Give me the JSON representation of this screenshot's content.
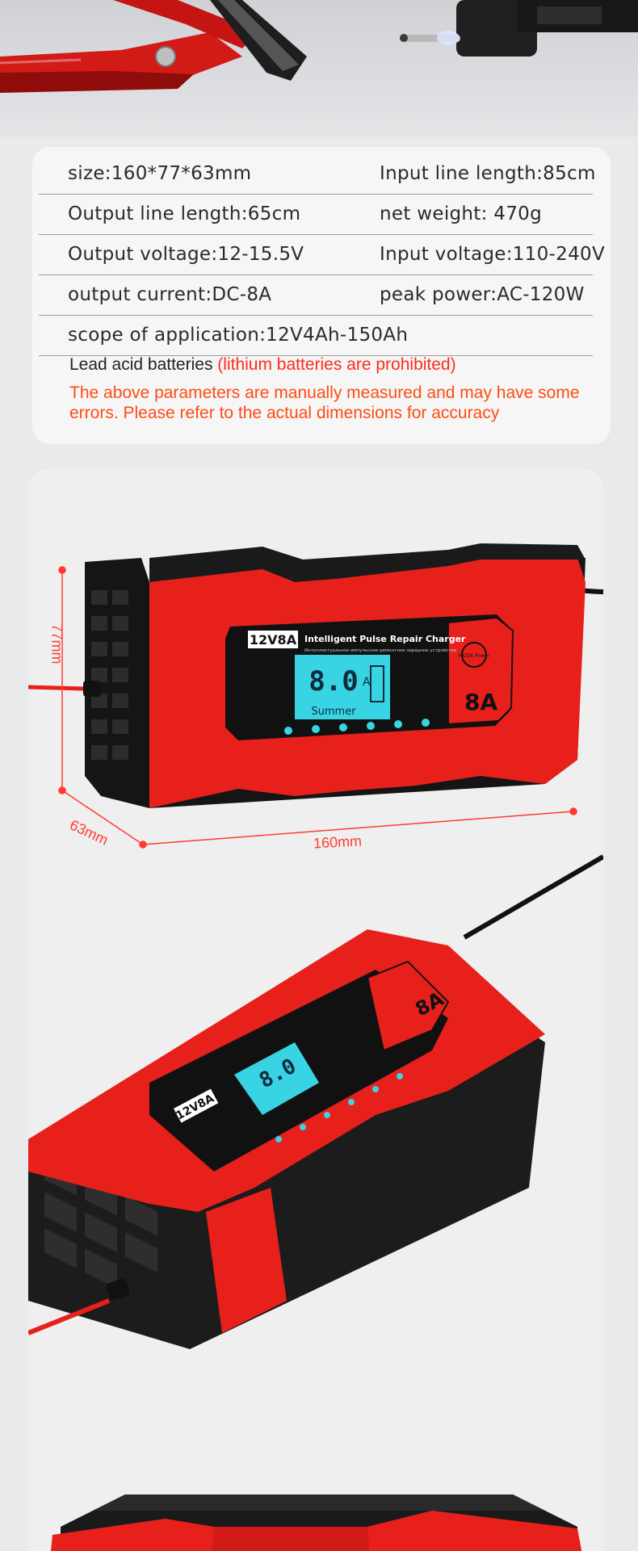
{
  "specs": {
    "rows": [
      {
        "left": "size:160*77*63mm",
        "right": "Input line length:85cm"
      },
      {
        "left": "Output line length:65cm",
        "right": "net weight:  470g"
      },
      {
        "left": "Output voltage:12-15.5V",
        "right": "Input voltage:110-240V"
      },
      {
        "left": "output current:DC-8A",
        "right": "peak power:AC-120W"
      },
      {
        "left": "scope of application:12V4Ah-150Ah",
        "right": ""
      }
    ],
    "battery_note": "Lead acid batteries ",
    "battery_warning": "(lithium batteries are prohibited)",
    "disclaimer": "The above parameters are manually measured and may have some errors. Please refer to the actual dimensions for accuracy"
  },
  "product": {
    "badge": "12V8A",
    "title": "Intelligent Pulse Repair Charger",
    "subtitle": "Интеллектуальное импульсное ремонтное зарядное устройство",
    "display_value": "8.0",
    "display_unit": "A",
    "display_mode": "Summer",
    "rating": "8A",
    "power_badge": "MODE Power",
    "dimensions": {
      "height": "77mm",
      "depth": "63mm",
      "length": "160mm"
    }
  },
  "colors": {
    "accent_red": "#e8201c",
    "warning_red": "#ff2a1a",
    "lcd_cyan": "#38d4e4"
  }
}
